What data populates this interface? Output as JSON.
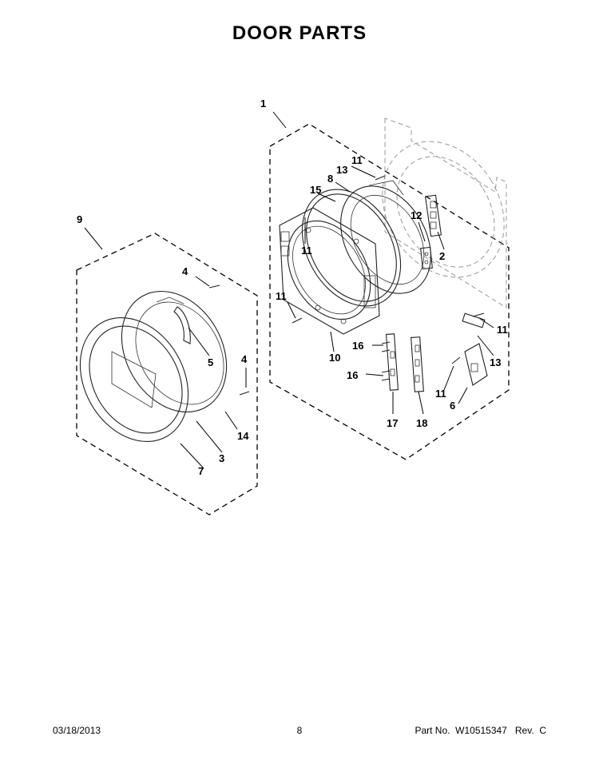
{
  "title": "DOOR PARTS",
  "callouts": [
    {
      "id": "1",
      "label": "1"
    },
    {
      "id": "2",
      "label": "2"
    },
    {
      "id": "3",
      "label": "3"
    },
    {
      "id": "4a",
      "label": "4"
    },
    {
      "id": "4b",
      "label": "4"
    },
    {
      "id": "5",
      "label": "5"
    },
    {
      "id": "6",
      "label": "6"
    },
    {
      "id": "7",
      "label": "7"
    },
    {
      "id": "8",
      "label": "8"
    },
    {
      "id": "9",
      "label": "9"
    },
    {
      "id": "10",
      "label": "10"
    },
    {
      "id": "11a",
      "label": "11"
    },
    {
      "id": "11b",
      "label": "11"
    },
    {
      "id": "11c",
      "label": "11"
    },
    {
      "id": "11d",
      "label": "11"
    },
    {
      "id": "11e",
      "label": "11"
    },
    {
      "id": "12",
      "label": "12"
    },
    {
      "id": "13a",
      "label": "13"
    },
    {
      "id": "13b",
      "label": "13"
    },
    {
      "id": "14",
      "label": "14"
    },
    {
      "id": "15",
      "label": "15"
    },
    {
      "id": "16a",
      "label": "16"
    },
    {
      "id": "16b",
      "label": "16"
    },
    {
      "id": "17",
      "label": "17"
    },
    {
      "id": "18",
      "label": "18"
    }
  ],
  "footer": {
    "date": "03/18/2013",
    "page": "8",
    "part": "Part No.  W10515347   Rev.  C"
  }
}
